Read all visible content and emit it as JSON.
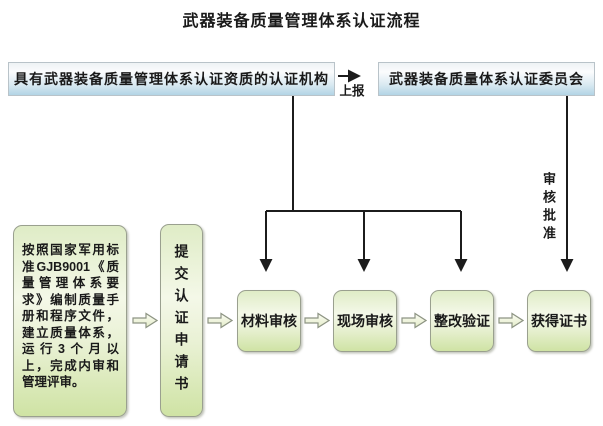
{
  "title": "武器装备质量管理体系认证流程",
  "top_flow": {
    "certifier": "具有武器装备质量管理体系认证资质的认证机构",
    "report_label": "上报",
    "committee": "武器装备质量体系认证委员会"
  },
  "prep_box": {
    "lines": [
      "按照国家军用标",
      "准GJB9001《质",
      "量管理体系要",
      "求》编制质量手",
      "册和程序文件，",
      "建立质量体系，",
      "运行3个月以",
      "上，完成内审和",
      "管理评审。"
    ]
  },
  "submit_box": "提交认证申请书",
  "steps": [
    "材料审核",
    "现场审核",
    "整改验证",
    "获得证书"
  ],
  "approval_label": "审核批准",
  "colors": {
    "blue_box_top": "#f2f6f7",
    "blue_box_bottom": "#b2d4e5",
    "green_box_top": "#dfecc6",
    "green_box_bottom": "#cfe3a4",
    "line": "#1c1c1c",
    "text": "#1a1a1a"
  }
}
